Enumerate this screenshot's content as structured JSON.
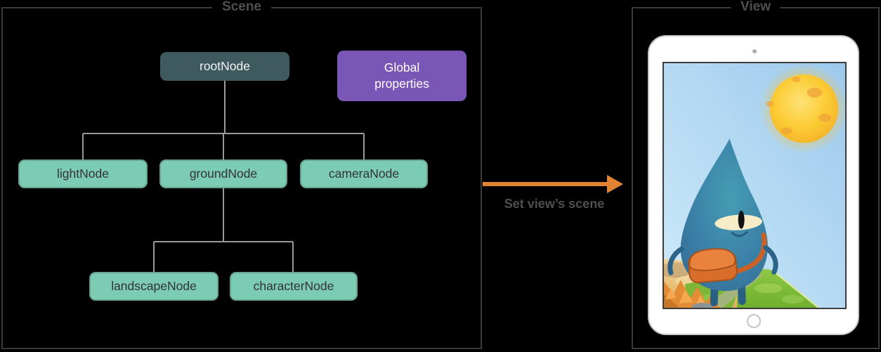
{
  "diagram": {
    "scene_panel": {
      "legend": "Scene",
      "nodes": {
        "root": "rootNode",
        "global": "Global properties",
        "light": "lightNode",
        "ground": "groundNode",
        "camera": "cameraNode",
        "landscape": "landscapeNode",
        "character": "characterNode"
      }
    },
    "arrow": {
      "label": "Set view’s scene"
    },
    "view_panel": {
      "legend": "View"
    }
  },
  "colors": {
    "root_node_bg": "#3E5A5E",
    "global_properties_bg": "#7A57B7",
    "child_node_bg": "#7CCBB3",
    "child_node_border": "#68A295",
    "arrow_orange": "#E08433",
    "connector_gray": "#999999",
    "frame_border": "#3A3A3A",
    "legend_text": "#4F4F4F",
    "ipad_body": "#FFFFFF",
    "sun_yellow": "#FBCB33",
    "character_blue": "#3C83A9",
    "bag_orange": "#D96E2B",
    "grass_green": "#7FBE3B",
    "sand_tan": "#E9C077"
  },
  "illustration": {
    "device": "ipad",
    "elements": [
      "sky",
      "sun",
      "water-drop-character",
      "grass-terrain",
      "sand-terrain",
      "cliff-terrain"
    ]
  }
}
